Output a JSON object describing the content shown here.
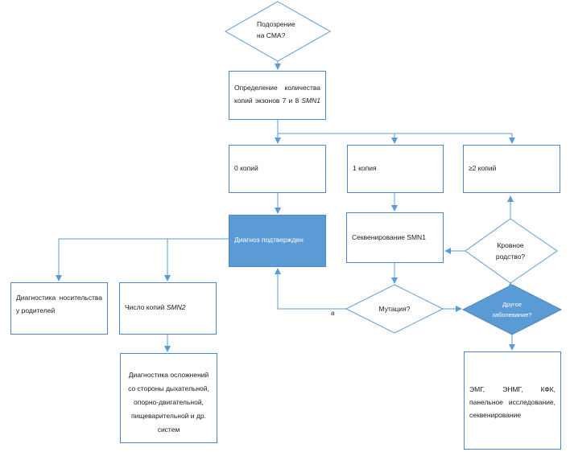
{
  "nodes": {
    "sma_question": {
      "line1": "Подозрение",
      "line2": "на СМА?"
    },
    "copy_count": {
      "line1": "Определение количества",
      "line2_prefix": "копий экзонов 7 и 8 ",
      "line2_gene": "SMN1"
    },
    "zero_copies": "0 копий",
    "one_copy": "1 копия",
    "two_plus_copies": "≥2 копий",
    "diagnosis_confirmed": "Диагноз подтвержден",
    "sequencing": "Секвенирование SMN1",
    "consanguinity": {
      "line1": "Кровное",
      "line2": "родство?"
    },
    "carrier_diagnostics": {
      "line1": "Диагностика носительства",
      "line2": "у родителей"
    },
    "smn2_count": {
      "prefix": "Число копий ",
      "gene": "SMN2"
    },
    "mutation": "Мутация?",
    "other_disease": {
      "line1": "Другое",
      "line2": "заболевание?"
    },
    "complications": {
      "line1": "Диагностика осложнений",
      "line2": "со стороны дыхательной,",
      "line3": "опорно-двигательной,",
      "line4": "пищеварительной и др.",
      "line5": "систем"
    },
    "tests": {
      "line1": "ЭМГ, ЭНМГ, КФК,",
      "line2": "панельное исследование,",
      "line3": "секвенирование"
    }
  },
  "edge_labels": {
    "mutation_yes": "а"
  },
  "colors": {
    "stroke": "#5b9bd5",
    "accent_fill": "#5b9bd5",
    "text": "#1a1a1a"
  }
}
